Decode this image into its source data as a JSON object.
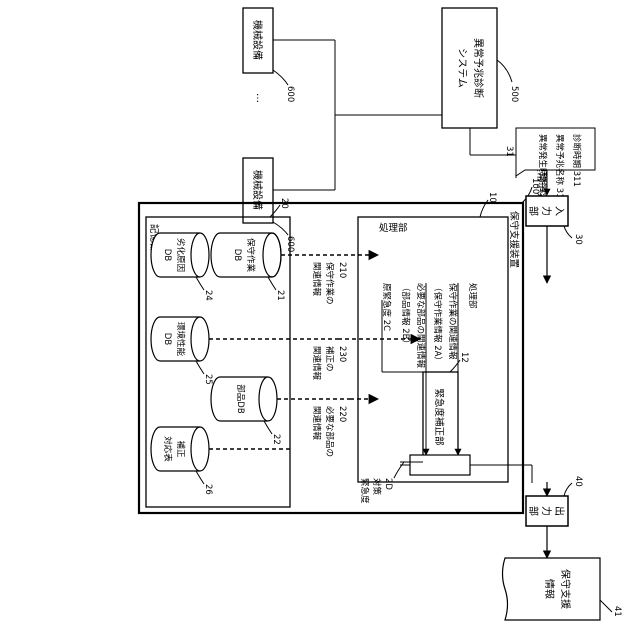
{
  "labels": {
    "device": "保守支援装置",
    "device_ref": "100",
    "input_line1": "入",
    "input_line2": "力",
    "input_line3": "部",
    "input_ref": "30",
    "output_line1": "出",
    "output_line2": "力",
    "output_line3": "部",
    "output_ref": "40",
    "processing_title": "処理部",
    "processing_ref": "10",
    "proc_item1": "保守作業の関連情報",
    "proc_item1b": "（保守作業情報 2A）",
    "proc_item2": "必要な部品の関連情報",
    "proc_item2b": "（部品情報 2B）",
    "proc_item3": "原緊急度 2C",
    "correction_unit": "緊急度補正部",
    "correction_ref": "12",
    "signal_2d_ref": "2D",
    "signal_2d_line1": "対策",
    "signal_2d_line2": "緊急度",
    "storage_title": "記憶部",
    "storage_ref": "20",
    "db1_line1": "保守作業",
    "db1_line2": "DB",
    "db1_ref": "21",
    "db2_line1": "部品DB",
    "db2_ref": "22",
    "db3_line1": "劣化原因",
    "db3_line2": "DB",
    "db3_ref": "24",
    "db4_line1": "環境性能",
    "db4_line2": "DB",
    "db4_ref": "25",
    "db5_line1": "補正",
    "db5_line2": "対応表",
    "db5_ref": "26",
    "sig_210_ref": "210",
    "sig_210_line1": "保守作業の",
    "sig_210_line2": "関連情報",
    "sig_230_ref": "230",
    "sig_230_line1": "補正の",
    "sig_230_line2": "関連情報",
    "sig_220_ref": "220",
    "sig_220_line1": "必要な部品の",
    "sig_220_line2": "関連情報",
    "anomaly_info": "異常予兆情報",
    "anomaly_ref": "31",
    "anomaly_item1": "診断時期 311",
    "anomaly_item2": "異常予兆名称 312",
    "anomaly_item3": "異常発生時期 313",
    "system_line1": "異常予兆診断",
    "system_line2": "システム",
    "system_ref": "500",
    "equipment1": "機械設備",
    "equipment1_ref": "600",
    "equipment2": "機械設備",
    "equipment2_ref": "600",
    "ellipsis": "…",
    "support_line1": "保守支援",
    "support_line2": "情報",
    "support_ref": "41"
  }
}
